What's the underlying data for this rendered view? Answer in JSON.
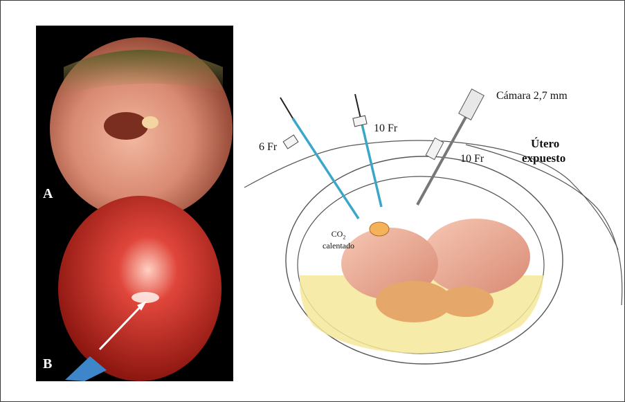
{
  "figure": {
    "panels": [
      {
        "label": "A"
      },
      {
        "label": "B"
      }
    ],
    "diagram": {
      "labels": {
        "camera": "Cámara 2,7 mm",
        "trocar_top": "10 Fr",
        "trocar_left": "6 Fr",
        "trocar_right": "10 Fr",
        "uterus_line1": "Útero",
        "uterus_line2": "expuesto",
        "co2_prefix": "CO",
        "co2_sub": "2",
        "co2_line2": "calentado"
      }
    }
  }
}
